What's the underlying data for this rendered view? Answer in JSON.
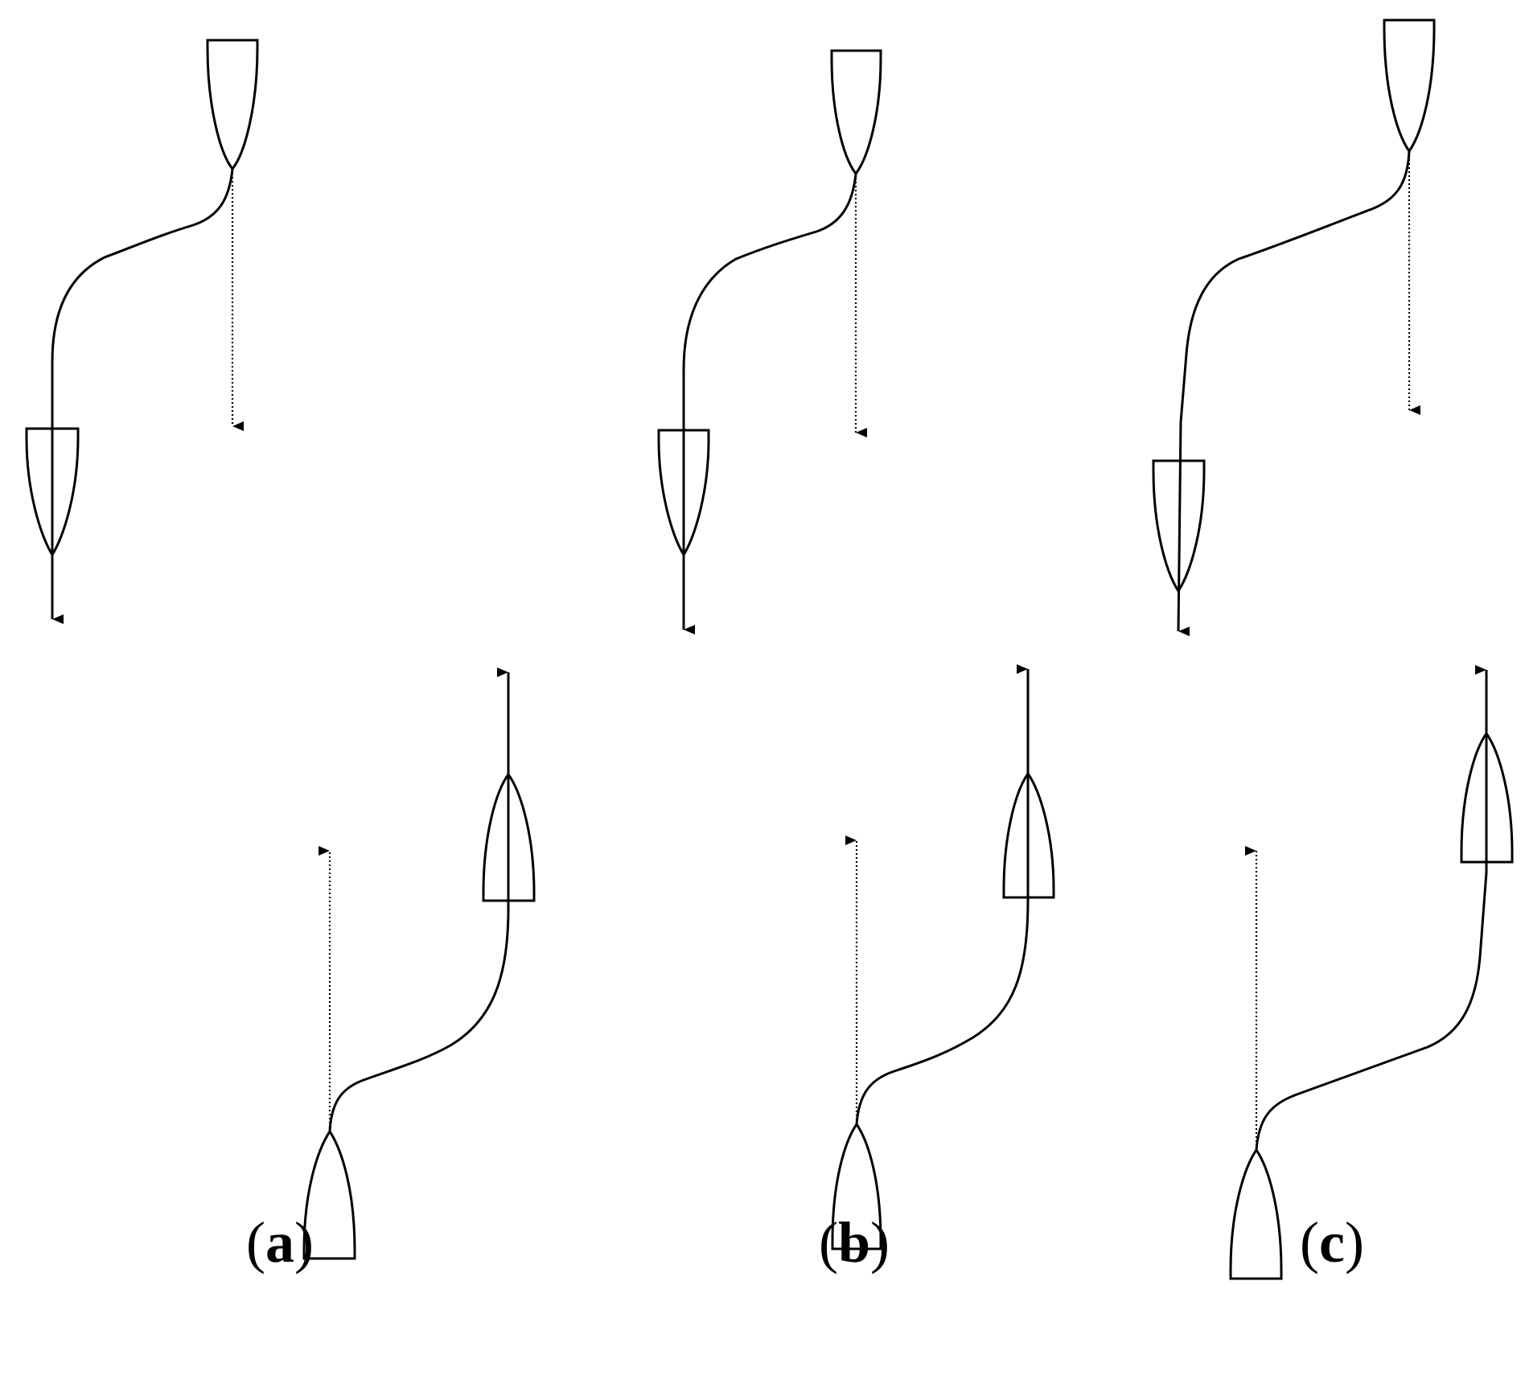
{
  "panels": [
    {
      "id": "a",
      "open": "(",
      "letter": "a",
      "close": ")"
    },
    {
      "id": "b",
      "open": "(",
      "letter": "b",
      "close": ")"
    },
    {
      "id": "c",
      "open": "(",
      "letter": "c",
      "close": ")"
    }
  ]
}
